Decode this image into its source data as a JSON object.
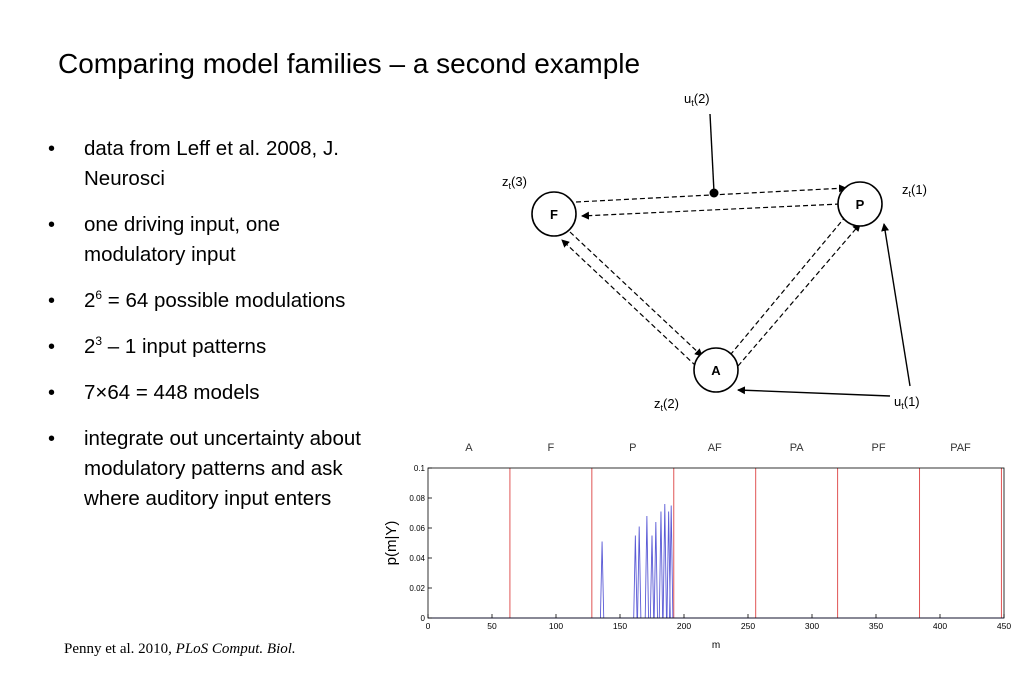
{
  "slide": {
    "title": "Comparing model families – a second example",
    "bullets": [
      {
        "id": "b1",
        "text": "data from Leff et al. 2008, J. Neurosci"
      },
      {
        "id": "b2",
        "text": "one driving input, one modulatory input"
      },
      {
        "id": "b3",
        "base": "2",
        "exp": "6",
        "rest": " = 64 possible modulations"
      },
      {
        "id": "b4",
        "base": "2",
        "exp": "3",
        "rest": " – 1 input patterns"
      },
      {
        "id": "b5",
        "text": "7×64 = 448 models"
      },
      {
        "id": "b6",
        "text": "integrate out uncertainty about modulatory patterns and ask where auditory input enters"
      }
    ],
    "citation": {
      "authors": "Penny et al. 2010, ",
      "journal": "PLoS Comput. Biol."
    }
  },
  "diagram": {
    "nodes": [
      {
        "id": "F",
        "label": "F",
        "input_label": "z",
        "input_sub": "t",
        "input_arg": "(3)"
      },
      {
        "id": "P",
        "label": "P",
        "input_label": "z",
        "input_sub": "t",
        "input_arg": "(1)"
      },
      {
        "id": "A",
        "label": "A",
        "input_label": "z",
        "input_sub": "t",
        "input_arg": "(2)"
      }
    ],
    "inputs": [
      {
        "id": "u2",
        "label": "u",
        "sub": "t",
        "arg": "(2)",
        "type": "modulatory"
      },
      {
        "id": "u1",
        "label": "u",
        "sub": "t",
        "arg": "(1)",
        "type": "driving"
      }
    ]
  },
  "chart_data": {
    "type": "line",
    "title": "",
    "xlabel": "m",
    "ylabel": "p(m|Y)",
    "xlim": [
      0,
      450
    ],
    "ylim": [
      0,
      0.1
    ],
    "xticks": [
      0,
      50,
      100,
      150,
      200,
      250,
      300,
      350,
      400,
      450
    ],
    "yticks": [
      0,
      0.02,
      0.04,
      0.06,
      0.08,
      0.1
    ],
    "ytick_labels": [
      "0",
      "0.02",
      "0.04",
      "0.06",
      "0.08",
      "0.1"
    ],
    "family_labels": [
      "A",
      "F",
      "P",
      "AF",
      "PA",
      "PF",
      "PAF"
    ],
    "family_boundaries": [
      64,
      128,
      192,
      256,
      320,
      384,
      448
    ],
    "grid": false,
    "series": [
      {
        "color": "#5b5bd6",
        "peaks": [
          {
            "m": 136,
            "p": 0.051
          },
          {
            "m": 162,
            "p": 0.055
          },
          {
            "m": 165,
            "p": 0.061
          },
          {
            "m": 171,
            "p": 0.068
          },
          {
            "m": 175,
            "p": 0.055
          },
          {
            "m": 178,
            "p": 0.064
          },
          {
            "m": 182,
            "p": 0.071
          },
          {
            "m": 185,
            "p": 0.076
          },
          {
            "m": 188,
            "p": 0.071
          },
          {
            "m": 190,
            "p": 0.075
          }
        ]
      }
    ],
    "boundary_color": "#e05555"
  }
}
